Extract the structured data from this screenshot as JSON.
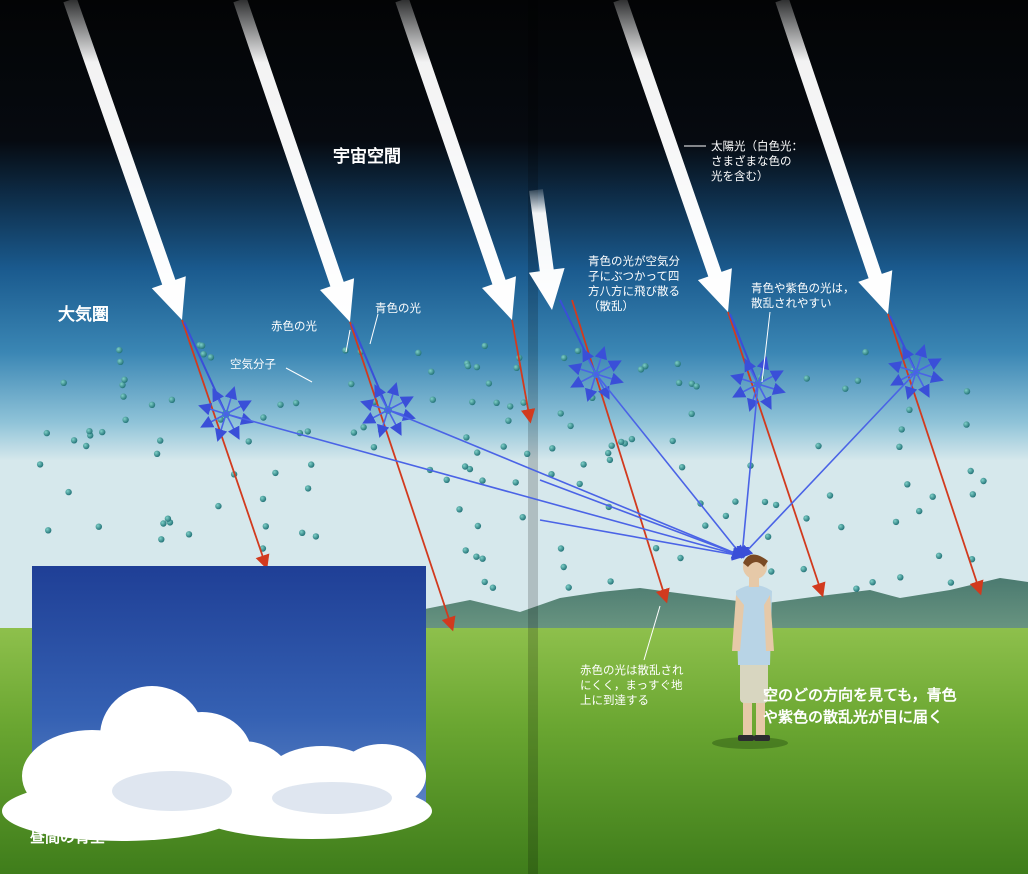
{
  "labels": {
    "space": "宇宙空間",
    "atmosphere": "大気圏",
    "red_light": "赤色の光",
    "blue_light": "青色の光",
    "air_molecule": "空気分子",
    "sunlight": "太陽光（白色光：\nさまざまな色の\n光を含む）",
    "blue_scatter": "青色の光が空気分\n子にぶつかって四\n方八方に飛び散る\n（散乱）",
    "blue_violet": "青色や紫色の光は，\n散乱されやすい",
    "red_reach": "赤色の光は散乱され\nにくく，まっすぐ地\n上に到達する",
    "conclusion": "空のどの方向を見ても，青色\nや紫色の散乱光が目に届く",
    "inset_caption": "昼間の青空"
  },
  "colors": {
    "space": "#050608",
    "atmosphere": "#1a5a8e",
    "ground": "#5f9a2a",
    "red_ray": "#d23a1e",
    "blue_ray": "#3a4fd8",
    "molecule": "#2a8a8a",
    "sunbeam": "#f5f5f5",
    "inset_sky": "#2a4fa6"
  },
  "icons": [
    "sunbeam-arrow",
    "air-molecule",
    "scatter-star",
    "boy-figure",
    "cloud"
  ]
}
